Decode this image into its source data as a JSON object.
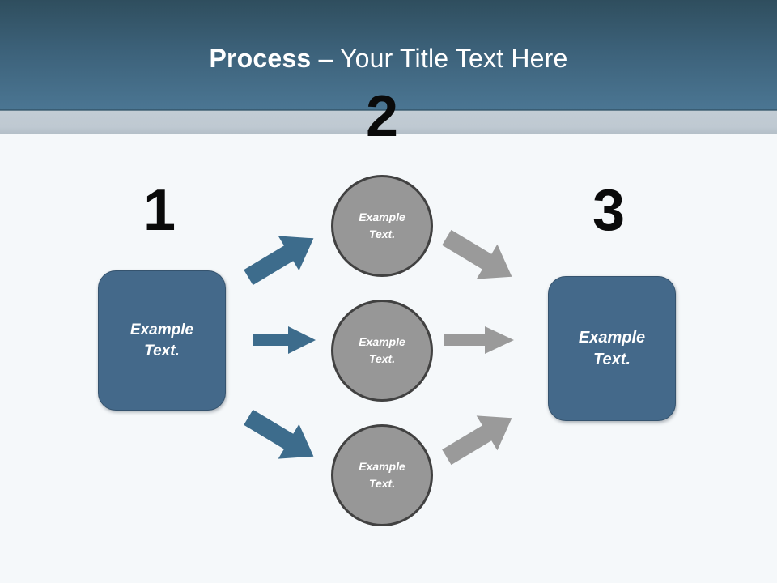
{
  "slide": {
    "title_strong": "Process",
    "title_rest": " – Your Title Text Here",
    "background_color": "#f5f8fa"
  },
  "theme": {
    "header_gradient_top": "#2f4e5e",
    "header_gradient_bottom": "#4b7693",
    "accent_band_color": "#c2ccd4",
    "blue_shape_fill": "#44698a",
    "blue_shape_border": "#35536e",
    "gray_shape_fill": "#979797",
    "gray_shape_border": "#414141",
    "blue_arrow_color": "#3d6c8c",
    "gray_arrow_color": "#9a9a9a",
    "number_color": "#0a0a0a",
    "shape_text_color": "#ffffff",
    "title_text_color": "#ffffff"
  },
  "steps": [
    {
      "number": "1",
      "label": "Example\nText."
    },
    {
      "number": "2",
      "label": "Example\nText."
    },
    {
      "number": "3",
      "label": "Example\nText."
    }
  ],
  "stage_start": {
    "number": "1",
    "text_line1": "Example",
    "text_line2": "Text."
  },
  "stage_middle": {
    "number": "2",
    "items": [
      {
        "text_line1": "Example",
        "text_line2": "Text."
      },
      {
        "text_line1": "Example",
        "text_line2": "Text."
      },
      {
        "text_line1": "Example",
        "text_line2": "Text."
      }
    ]
  },
  "stage_end": {
    "number": "3",
    "text_line1": "Example",
    "text_line2": "Text."
  },
  "connectors": {
    "in_top": "arrow-up-right-blue",
    "in_middle": "arrow-right-blue",
    "in_bottom": "arrow-down-right-blue",
    "out_top": "arrow-down-right-gray",
    "out_middle": "arrow-right-gray",
    "out_bottom": "arrow-up-right-gray"
  }
}
